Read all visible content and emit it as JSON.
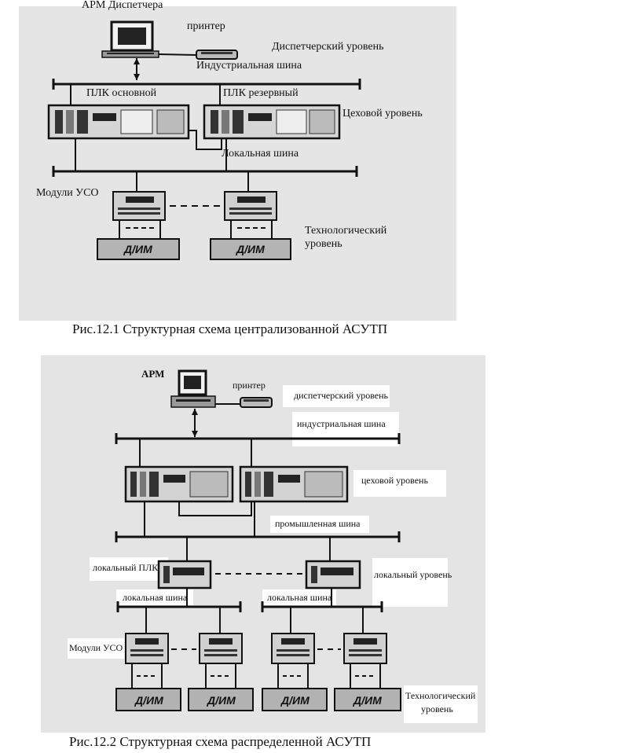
{
  "figure1": {
    "labels": {
      "arm": "АРМ Диспетчера",
      "printer": "принтер",
      "dispatch_level": "Диспетчерский уровень",
      "industrial_bus": "Индустриальная шина",
      "plc_main": "ПЛК основной",
      "plc_reserve": "ПЛК резервный",
      "shop_level": "Цеховой уровень",
      "local_bus": "Локальная шина",
      "io_modules": "Модули УСО",
      "tech_level_1": "Технологический",
      "tech_level_2": "уровень",
      "sensor_a": "Д/ИМ",
      "sensor_b": "Д/ИМ"
    },
    "caption": "Рис.12.1 Структурная схема централизованной АСУТП"
  },
  "figure2": {
    "labels": {
      "arm": "АРМ",
      "printer": "принтер",
      "dispatch_level": "диспетчерский уровень",
      "industrial_bus": "индустриальная шина",
      "shop_level": "цеховой уровень",
      "industrial_bus2": "промышленная шина",
      "local_plc": "локальный ПЛК",
      "local_level": "локальный уровень",
      "local_bus_left": "локальная шина",
      "local_bus_right": "локальная шина",
      "io_modules": "Модули УСО",
      "tech_level_1": "Технологический",
      "tech_level_2": "уровень",
      "sensors": [
        "Д/ИМ",
        "Д/ИМ",
        "Д/ИМ",
        "Д/ИМ"
      ]
    },
    "caption": "Рис.12.2 Структурная схема распределенной АСУТП"
  },
  "colors": {
    "panel_bg": "#e6e6e6",
    "line": "#111111",
    "device": "#d4d4d4"
  }
}
